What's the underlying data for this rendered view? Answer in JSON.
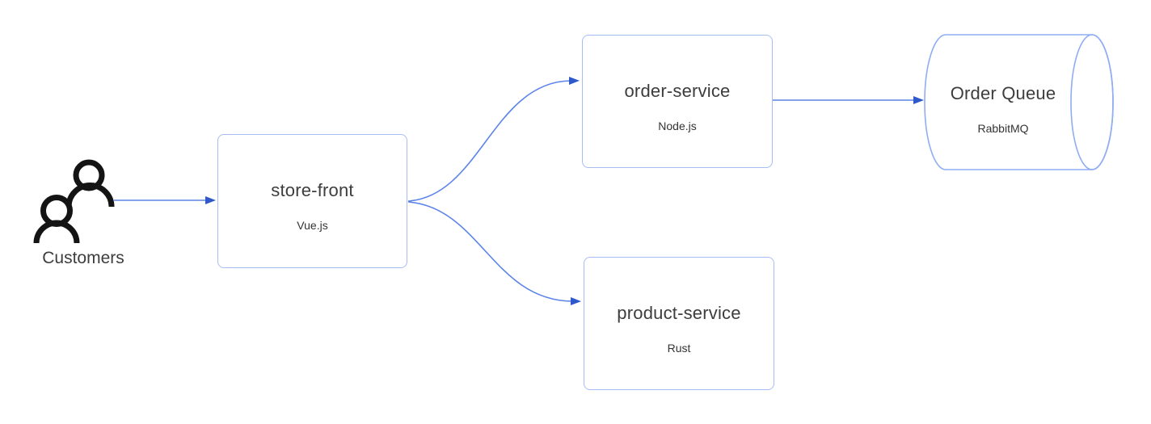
{
  "diagram": {
    "type": "microservices-architecture",
    "nodes": {
      "customers": {
        "label": "Customers",
        "shape": "actor-icon"
      },
      "store_front": {
        "label": "store-front",
        "sublabel": "Vue.js",
        "shape": "rounded-box"
      },
      "order_service": {
        "label": "order-service",
        "sublabel": "Node.js",
        "shape": "rounded-box"
      },
      "product_service": {
        "label": "product-service",
        "sublabel": "Rust",
        "shape": "rounded-box"
      },
      "order_queue": {
        "label": "Order Queue",
        "sublabel": "RabbitMQ",
        "shape": "horizontal-cylinder"
      }
    },
    "edges": [
      {
        "from": "customers",
        "to": "store_front",
        "style": "straight-arrow"
      },
      {
        "from": "store_front",
        "to": "order_service",
        "style": "curved-arrow"
      },
      {
        "from": "store_front",
        "to": "product_service",
        "style": "curved-arrow"
      },
      {
        "from": "order_service",
        "to": "order_queue",
        "style": "straight-arrow"
      }
    ],
    "colors": {
      "edge_line": "#5b84e8",
      "arrowhead": "#2f59cb",
      "box_border": "#a6bdf6",
      "cylinder_border": "#8fadf3",
      "node_fill": "#ffffff",
      "text": "#3d3d3d",
      "icon": "#141414",
      "background": "#ffffff"
    }
  }
}
